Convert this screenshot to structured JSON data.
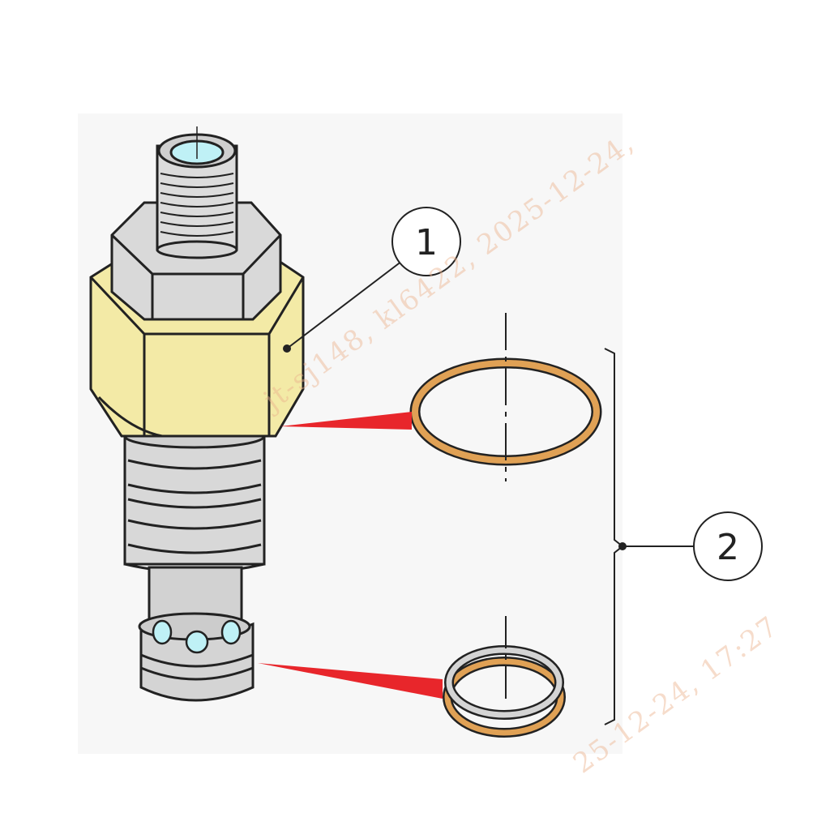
{
  "callouts": [
    {
      "id": "1",
      "label": "1"
    },
    {
      "id": "2",
      "label": "2"
    }
  ],
  "watermark": {
    "line1": "jt-sj148, kl6422, 2025-12-24,",
    "line2": "25-12-24, 17:27"
  },
  "colors": {
    "brass_nut": "#f3eaa6",
    "steel": "#d6d6d6",
    "port": "#bff1f6",
    "oring": "#e0a155",
    "pointer": "#e8262b",
    "outline": "#222222"
  }
}
